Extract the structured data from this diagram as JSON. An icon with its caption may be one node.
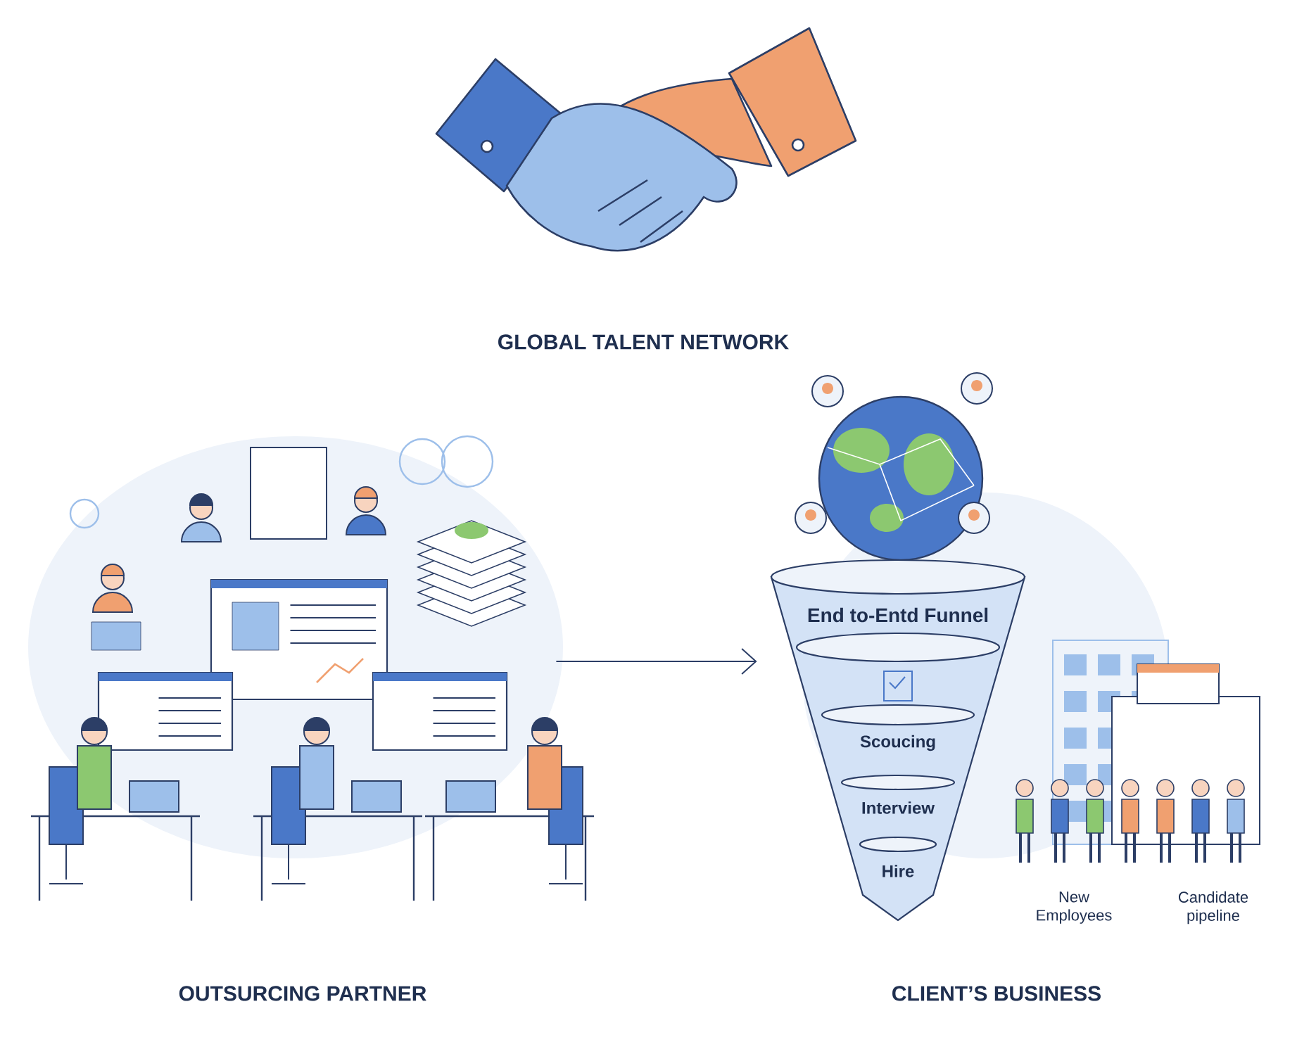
{
  "diagram": {
    "title": "GLOBAL TALENT NETWORK",
    "nodes": [
      {
        "text": [],
        "shape": "picture"
      },
      {
        "text": [
          "End to-Entd Funnel",
          "Scoucing",
          "Interview",
          "Hire"
        ]
      }
    ],
    "edges": [
      {
        "from": 0,
        "to": 1,
        "arrow": "to"
      }
    ],
    "labels": [
      "New Employees",
      "Candidate pipeline",
      "OUTSURCING PARTNER",
      "CLIENT’S BUSINESS"
    ]
  }
}
